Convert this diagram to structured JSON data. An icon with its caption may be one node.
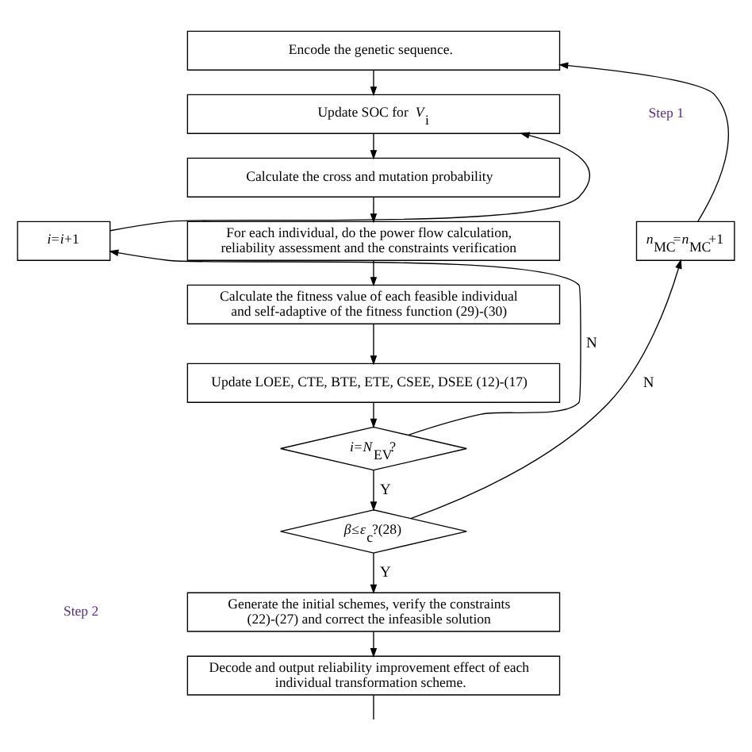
{
  "diagram": {
    "nodes": [
      {
        "text": [
          "Encode the genetic sequence."
        ]
      },
      {
        "text": [
          "Update SOC for *V*$_{i}$"
        ]
      },
      {
        "text": [
          "Calculate the cross and mutation probability"
        ]
      },
      {
        "text": [
          "For each individual, do the power flow calculation, reliability assessment and the constraints verification"
        ]
      },
      {
        "text": [
          "Calculate the fitness value of each feasible individual and self-adaptive of the fitness function (29)-(30)"
        ]
      },
      {
        "text": [
          "Update LOEE, CTE, BTE, ETE, CSEE, DSEE (12)-(17)"
        ]
      },
      {
        "text": [
          "*i*=*N*$_{EV}$?"
        ]
      },
      {
        "text": [
          "*β*≤*ε*$_{c}$?(28)"
        ]
      },
      {
        "text": [
          "Generate the initial schemes, verify the constraints (22)-(27) and correct the infeasible solution"
        ]
      },
      {
        "text": [
          "Decode and output reliability improvement effect of each individual transformation scheme."
        ]
      },
      {
        "text": [
          "*i*=*i*+1"
        ]
      },
      {
        "text": [
          "*n*$_{MC}$=*n*$_{MC}$+1"
        ]
      }
    ],
    "edges": [
      {
        "from": 0,
        "to": 1,
        "arrow": "to"
      },
      {
        "from": 1,
        "to": 2,
        "arrow": "to"
      },
      {
        "from": 2,
        "to": 3,
        "arrow": "to"
      },
      {
        "from": 3,
        "to": 4,
        "arrow": "to"
      },
      {
        "from": 4,
        "to": 5,
        "arrow": "to"
      },
      {
        "from": 5,
        "to": 6,
        "arrow": "to"
      },
      {
        "from": 6,
        "to": 10,
        "arrow": "to",
        "label": "N"
      },
      {
        "from": 10,
        "to": 1,
        "arrow": "to"
      },
      {
        "from": 6,
        "to": 7,
        "arrow": "to",
        "label": "Y"
      },
      {
        "from": 7,
        "to": 11,
        "arrow": "to",
        "label": "N"
      },
      {
        "from": 11,
        "to": 0,
        "arrow": "to"
      },
      {
        "from": 7,
        "to": 8,
        "arrow": "to",
        "label": "Y"
      },
      {
        "from": 8,
        "to": 9,
        "arrow": "to"
      },
      {
        "from": 9,
        "to": null,
        "arrow": "none"
      }
    ],
    "labels": [
      "Step 1",
      "Step 2"
    ]
  }
}
